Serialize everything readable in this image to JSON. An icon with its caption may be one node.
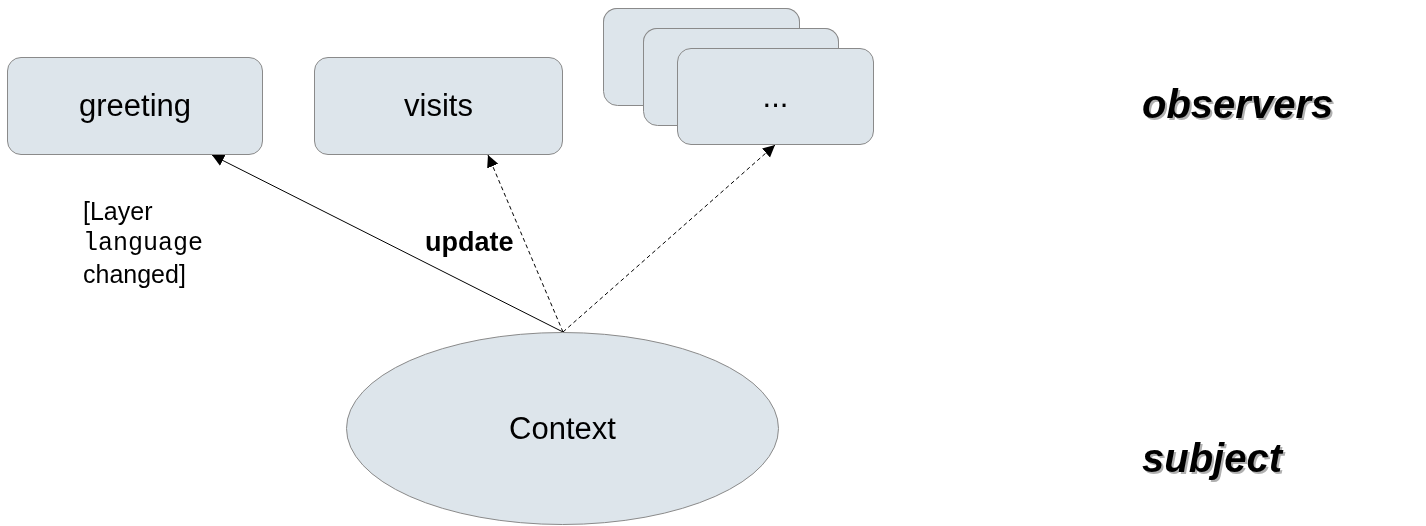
{
  "diagram": {
    "nodes": [
      {
        "text": [
          "greeting"
        ]
      },
      {
        "text": [
          "visits"
        ]
      },
      {
        "text": [],
        "shape": "box"
      },
      {
        "text": [],
        "shape": "box"
      },
      {
        "text": [
          "..."
        ]
      },
      {
        "text": [
          "Context"
        ]
      }
    ],
    "edges": [
      {
        "from": 5,
        "to": 0,
        "arrow": "to",
        "label": "[Layer language changed]"
      },
      {
        "from": 5,
        "to": 1,
        "arrow": "to",
        "style": "dashed",
        "label": "update"
      },
      {
        "from": 5,
        "to": 4,
        "arrow": "to",
        "style": "dashed"
      }
    ],
    "labels": [
      "observers",
      "subject"
    ]
  }
}
